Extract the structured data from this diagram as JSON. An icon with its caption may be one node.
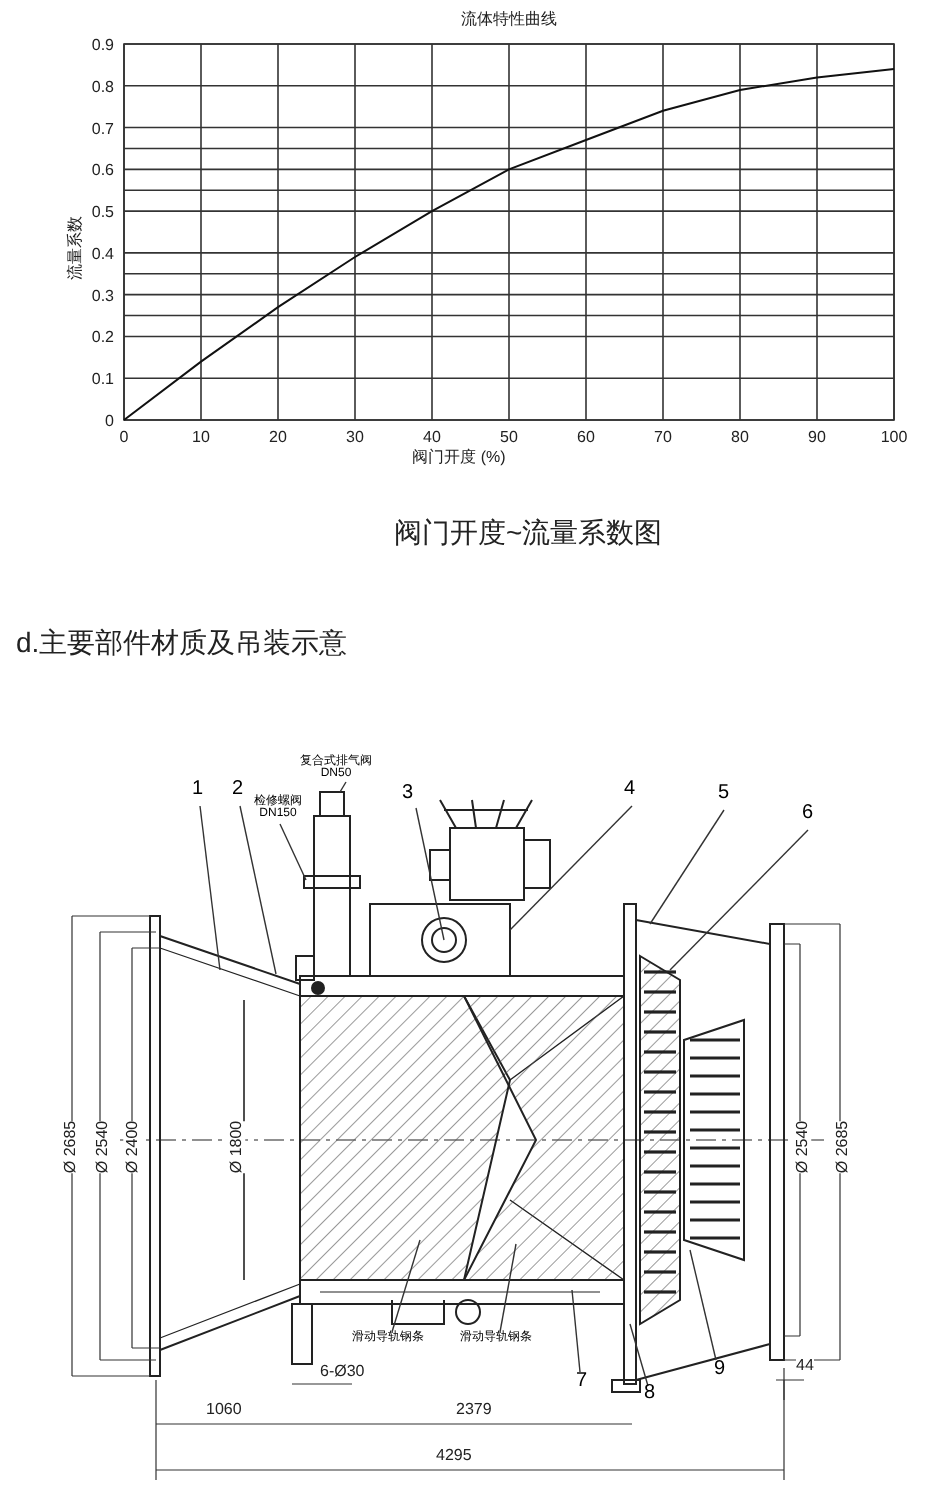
{
  "diagram": {
    "nodes": [
      {
        "text": [
          "1"
        ]
      },
      {
        "text": [
          "2"
        ]
      },
      {
        "text": [
          "检修螺阀",
          "DN150"
        ]
      },
      {
        "text": [
          "复合式排气阀",
          "DN50"
        ]
      },
      {
        "text": [
          "3"
        ]
      },
      {
        "text": [
          "4"
        ]
      },
      {
        "text": [
          "5"
        ]
      },
      {
        "text": [
          "6"
        ]
      },
      {
        "text": [
          "滑动导轨钢条"
        ]
      },
      {
        "text": [
          "滑动导轨钢条"
        ]
      },
      {
        "text": [
          "7"
        ]
      },
      {
        "text": [
          "8"
        ]
      },
      {
        "text": [
          "9"
        ]
      }
    ],
    "edges": [
      {
        "from": 0,
        "to": null,
        "arrow": "none"
      },
      {
        "from": 1,
        "to": null,
        "arrow": "none"
      },
      {
        "from": 2,
        "to": null,
        "arrow": "none"
      },
      {
        "from": 3,
        "to": null,
        "arrow": "none"
      },
      {
        "from": 4,
        "to": null,
        "arrow": "none"
      },
      {
        "from": 5,
        "to": null,
        "arrow": "none"
      },
      {
        "from": 6,
        "to": null,
        "arrow": "none"
      },
      {
        "from": 7,
        "to": null,
        "arrow": "none"
      },
      {
        "from": 8,
        "to": null,
        "arrow": "none"
      },
      {
        "from": 9,
        "to": null,
        "arrow": "none"
      },
      {
        "from": 10,
        "to": null,
        "arrow": "none"
      },
      {
        "from": 11,
        "to": null,
        "arrow": "none"
      },
      {
        "from": 12,
        "to": null,
        "arrow": "none"
      }
    ],
    "labels": [
      "阀门开度~流量系数图",
      "d.主要部件材质及吊装示意",
      "Ø 2685",
      "Ø 2540",
      "Ø 2400",
      "Ø 1800",
      "Ø 2540",
      "Ø 2685",
      "44",
      "6-Ø30",
      "1060",
      "2379",
      "4295"
    ],
    "chart_data": {
      "type": "line",
      "title": "流体特性曲线",
      "xlabel": "阀门开度 (%)",
      "ylabel": "流量系数",
      "x": [
        0,
        10,
        20,
        30,
        40,
        50,
        60,
        70,
        80,
        90,
        100
      ],
      "series": [
        {
          "values": [
            0,
            0.14,
            0.27,
            0.39,
            0.5,
            0.6,
            0.67,
            0.74,
            0.79,
            0.82,
            0.84
          ]
        }
      ],
      "xlim": [
        0,
        100
      ],
      "ylim": [
        0,
        0.9
      ],
      "grid": true,
      "xticks": [
        0,
        10,
        20,
        30,
        40,
        50,
        60,
        70,
        80,
        90,
        100
      ],
      "yticks": [
        0,
        0.1,
        0.2,
        0.3,
        0.4,
        0.5,
        0.6,
        0.7,
        0.8,
        0.9
      ]
    }
  }
}
